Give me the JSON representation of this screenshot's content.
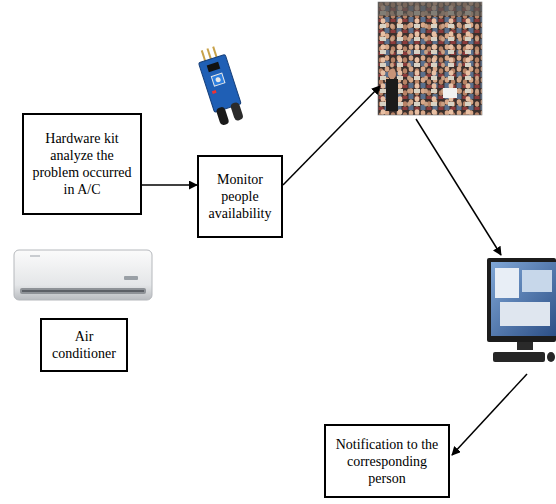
{
  "diagram": {
    "nodes": [
      {
        "text": [
          "Hardware kit analyze the problem occurred in A/C"
        ]
      },
      {
        "text": [
          "Monitor people availability"
        ]
      },
      {
        "text": [
          "Air conditioner"
        ]
      },
      {
        "text": [
          "Notification to the corresponding person"
        ]
      }
    ],
    "edges": [
      {
        "from": 0,
        "to": 1,
        "arrow": "to"
      }
    ]
  }
}
